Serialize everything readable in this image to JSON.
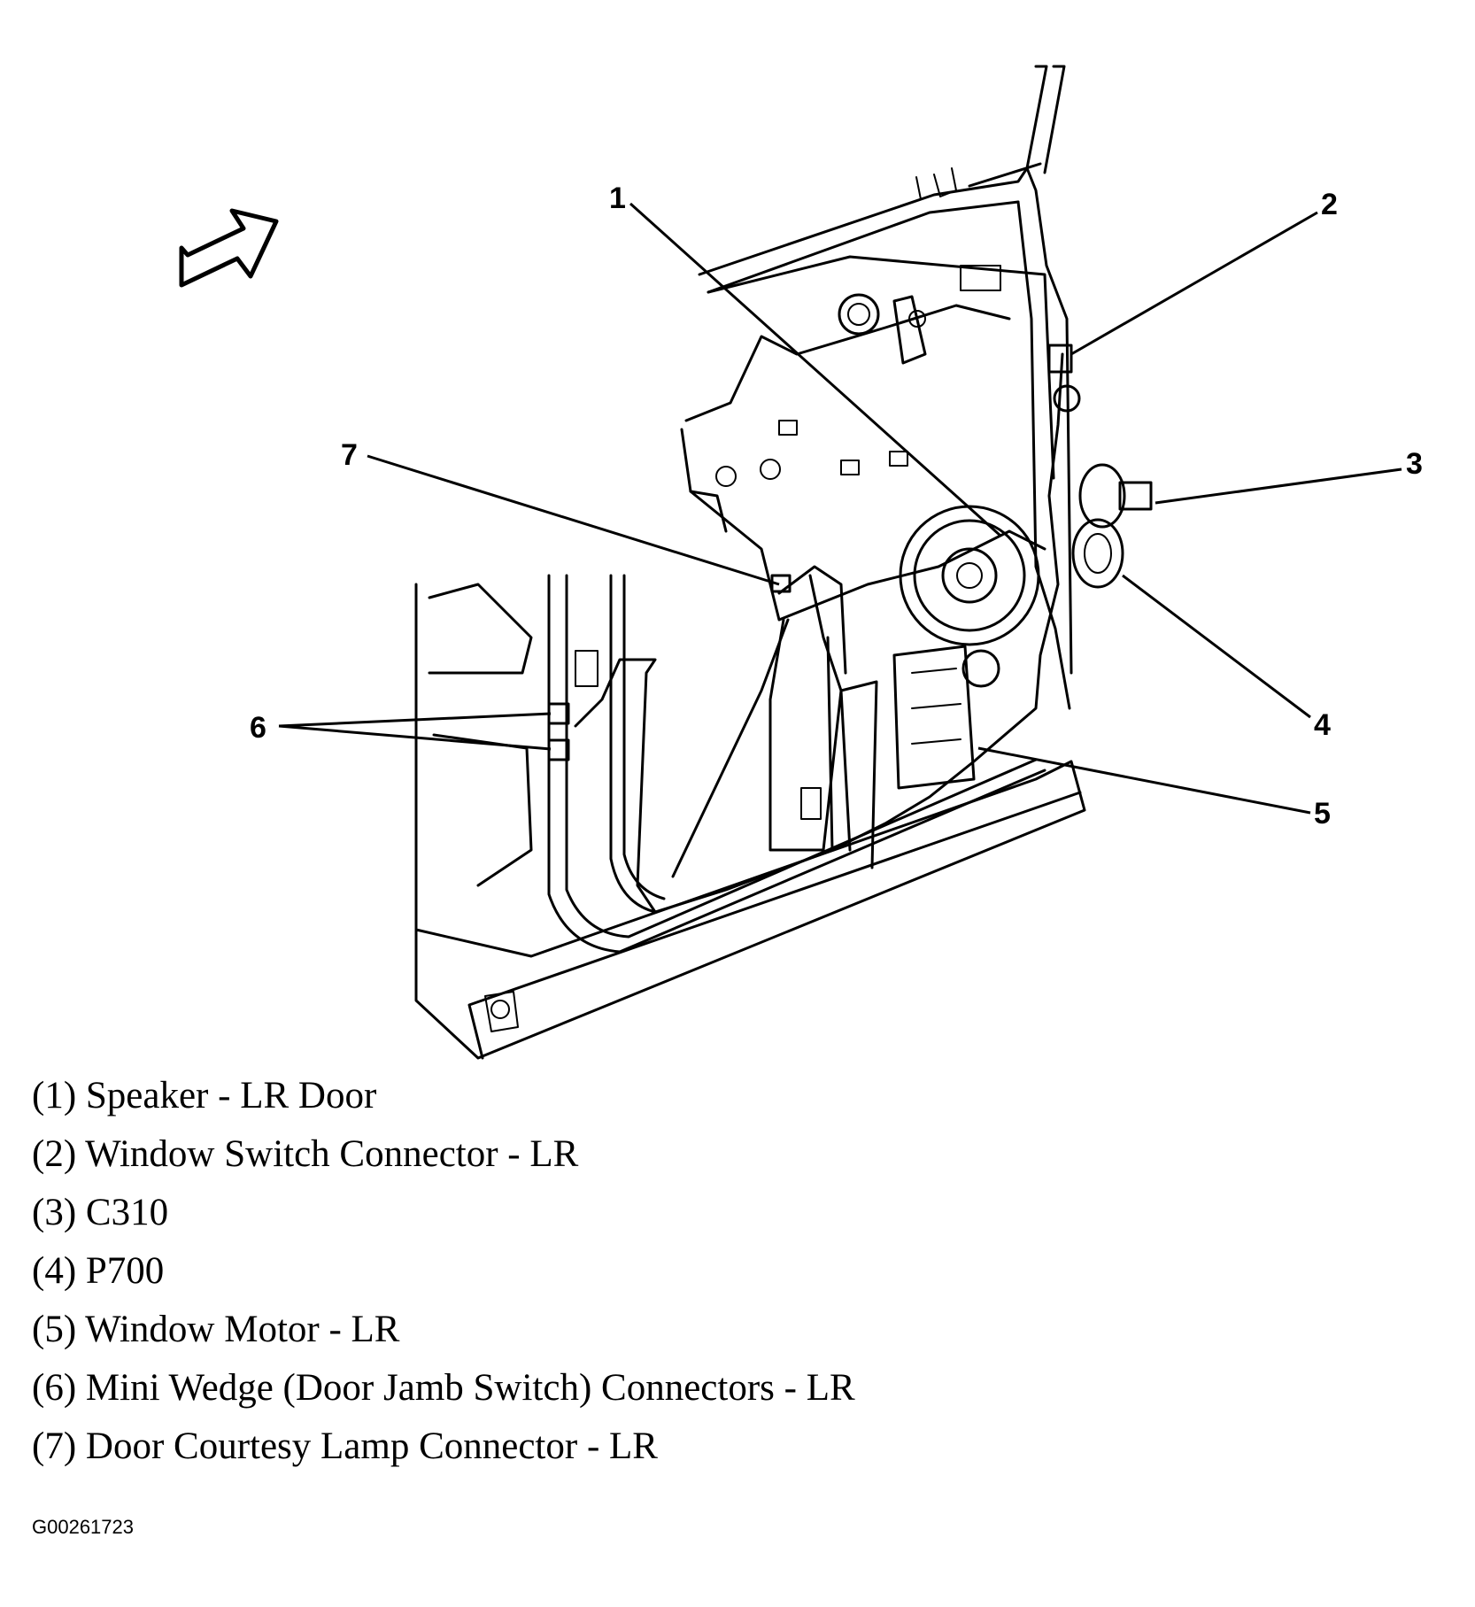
{
  "callouts": [
    "1",
    "2",
    "3",
    "4",
    "5",
    "6",
    "7"
  ],
  "legend": [
    "(1) Speaker - LR Door",
    "(2) Window Switch Connector - LR",
    "(3) C310",
    "(4) P700",
    "(5) Window Motor - LR",
    "(6) Mini Wedge (Door Jamb Switch) Connectors - LR",
    "(7) Door Courtesy Lamp Connector - LR"
  ],
  "figure_code": "G00261723",
  "icons": {
    "orientation": "direction-arrow-icon"
  }
}
